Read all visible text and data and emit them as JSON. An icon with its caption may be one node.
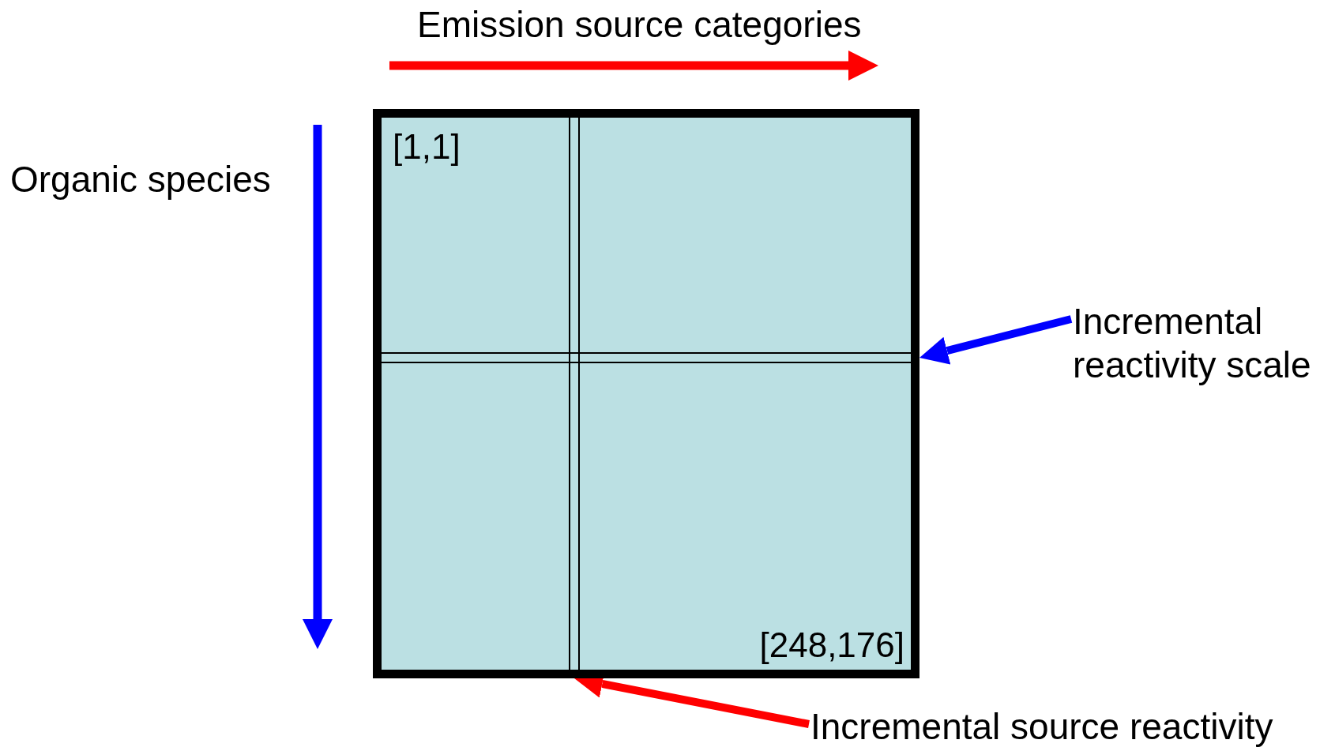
{
  "diagram": {
    "nodes": [
      {
        "text": [
          "[1,1]",
          "[248,176]"
        ]
      },
      {
        "text": [],
        "shape": "bar",
        "in": 0
      },
      {
        "text": [],
        "shape": "bar",
        "in": 0
      },
      {
        "text": [
          "Incremental reactivity scale"
        ]
      },
      {
        "text": [
          "Incremental source reactivity"
        ]
      }
    ],
    "edges": [
      {
        "from": 3,
        "to": 1,
        "arrow": "to",
        "color": "#0000ff"
      },
      {
        "from": 4,
        "to": 2,
        "arrow": "to",
        "color": "#ff0000"
      }
    ],
    "labels": [
      "Emission source categories",
      "Organic species"
    ]
  }
}
